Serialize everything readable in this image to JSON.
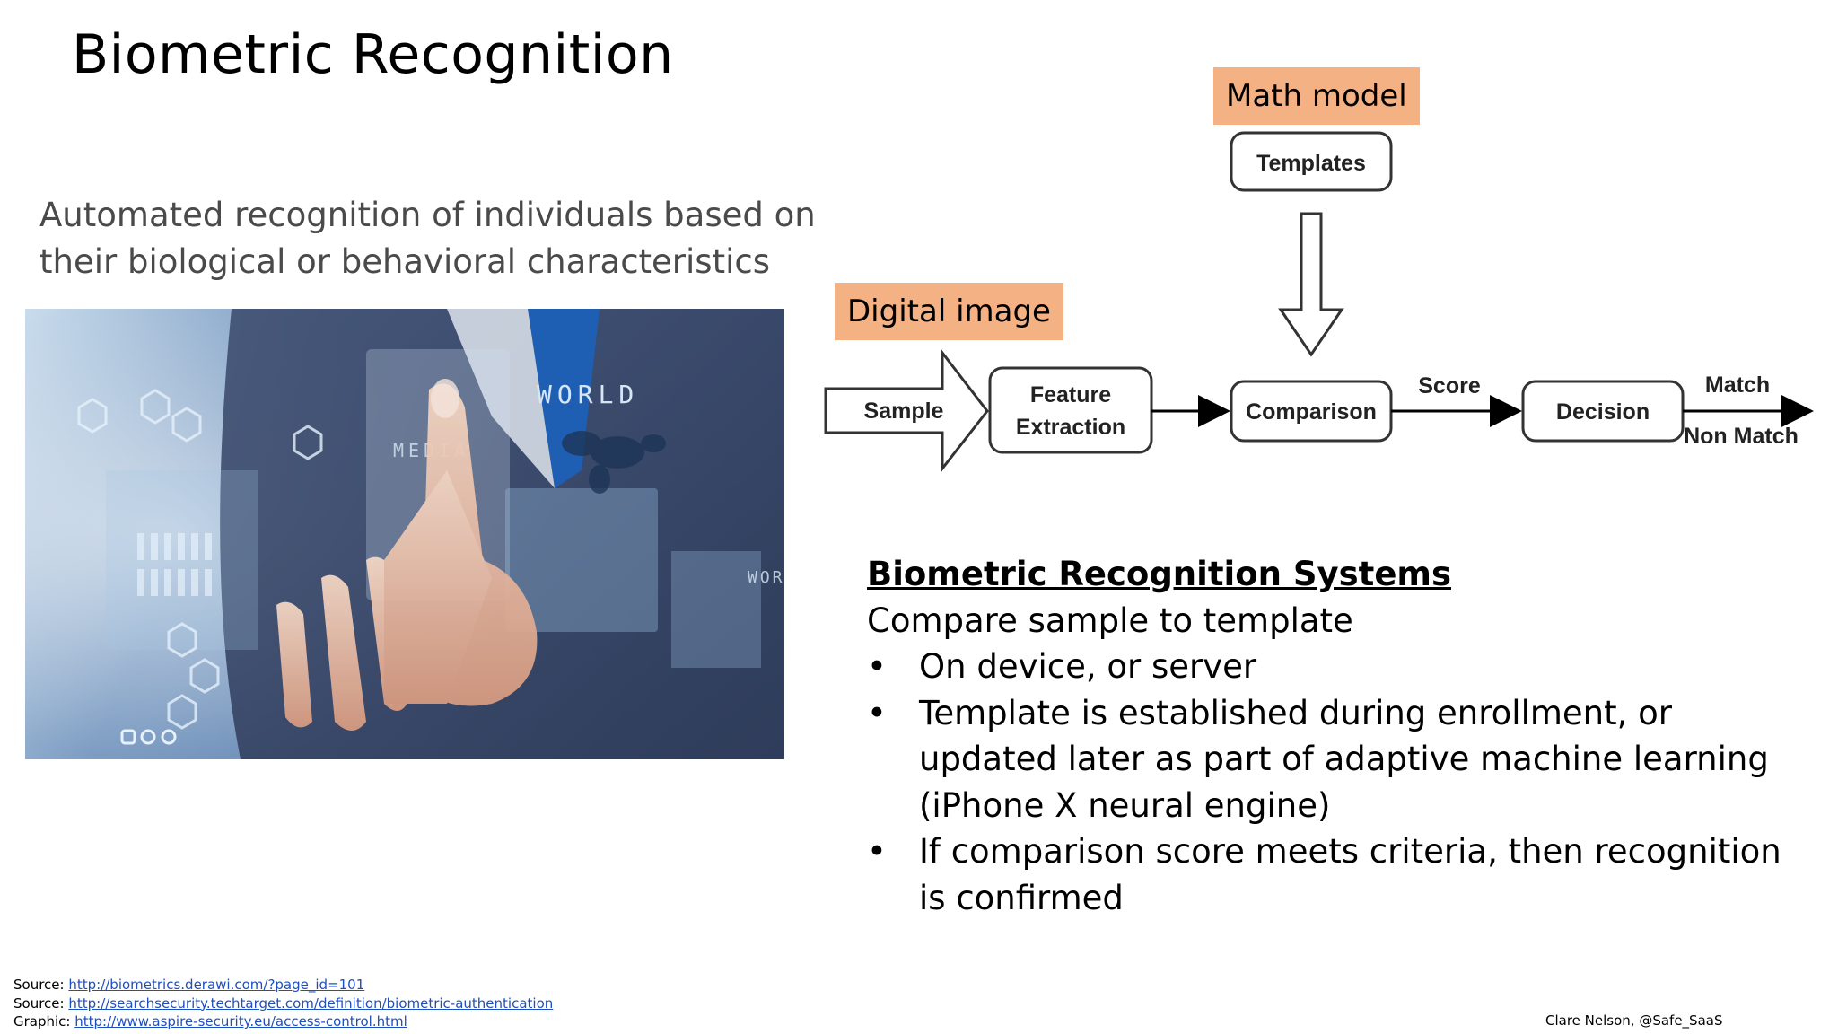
{
  "slide": {
    "title": "Biometric Recognition",
    "subtitle_line1": "Automated recognition of individuals based on",
    "subtitle_line2": "their biological or behavioral characteristics"
  },
  "photo": {
    "text_world": "WORLD",
    "text_media": "MEDIA",
    "text_wor": "WOR"
  },
  "labels": {
    "math_model": "Math model",
    "digital_image": "Digital image"
  },
  "diagram": {
    "templates": "Templates",
    "sample": "Sample",
    "feature_line1": "Feature",
    "feature_line2": "Extraction",
    "comparison": "Comparison",
    "score": "Score",
    "decision": "Decision",
    "match": "Match",
    "non_match": "Non Match"
  },
  "systems": {
    "heading": "Biometric Recognition Systems",
    "intro": "Compare sample to template",
    "bullet_char": "•",
    "bullets": [
      "On device, or server",
      "Template is established during enrollment, or updated later as part of adaptive machine learning (iPhone X neural engine)",
      "If comparison score meets criteria, then recognition is confirmed"
    ]
  },
  "sources": [
    {
      "prefix": "Source: ",
      "link": "http://biometrics.derawi.com/?page_id=101"
    },
    {
      "prefix": "Source: ",
      "link": "http://searchsecurity.techtarget.com/definition/biometric-authentication"
    },
    {
      "prefix": "Graphic: ",
      "link": "http://www.aspire-security.eu/access-control.html"
    }
  ],
  "credit": "Clare Nelson, @Safe_SaaS",
  "colors": {
    "label_bg": "#f4b183",
    "link": "#1f4fbf",
    "photo_bg": "#5a7ba8"
  }
}
